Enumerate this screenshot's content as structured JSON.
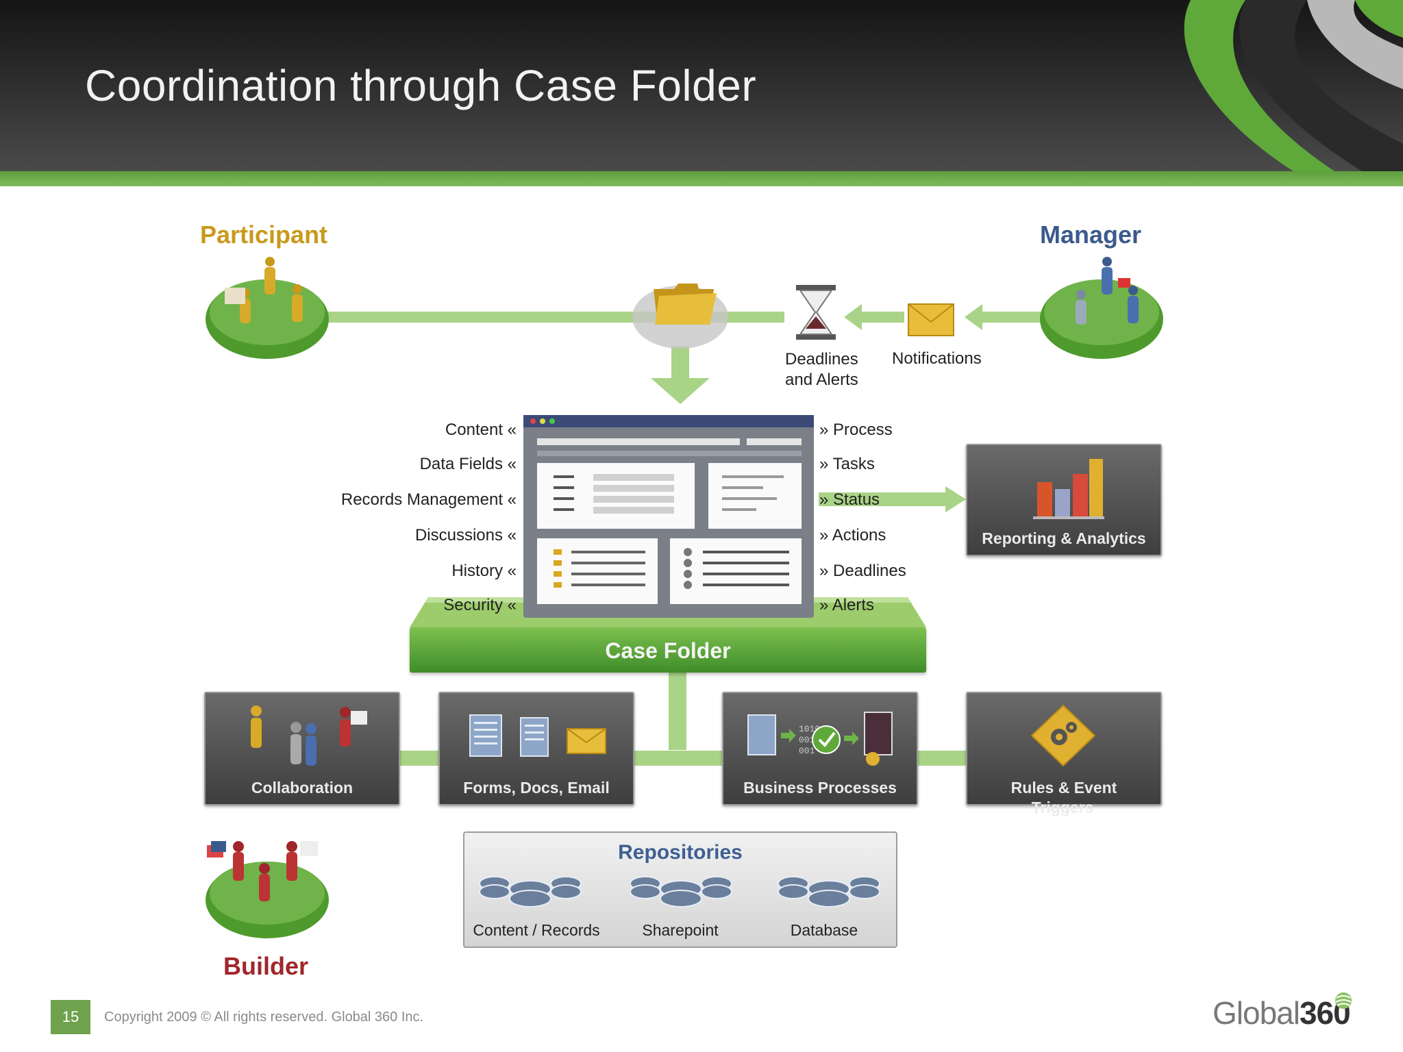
{
  "header": {
    "title": "Coordination through Case Folder"
  },
  "roles": {
    "participant": "Participant",
    "manager": "Manager",
    "builder": "Builder"
  },
  "top_flow": {
    "deadlines": "Deadlines\nand Alerts",
    "notifications": "Notifications"
  },
  "left_items": [
    "Content «",
    "Data Fields «",
    "Records Management «",
    "Discussions «",
    "History «",
    "Security «"
  ],
  "right_items": [
    "» Process",
    "» Tasks",
    "» Status",
    "» Actions",
    "» Deadlines",
    "» Alerts"
  ],
  "case_folder": "Case Folder",
  "modules": {
    "reporting": "Reporting & Analytics",
    "collaboration": "Collaboration",
    "forms": "Forms, Docs, Email",
    "business": "Business Processes",
    "rules": "Rules & Event",
    "rules_hidden": "Triggers"
  },
  "repositories": {
    "title": "Repositories",
    "items": [
      "Content / Records",
      "Sharepoint",
      "Database"
    ]
  },
  "footer": {
    "page_number": "15",
    "copyright": "Copyright 2009 ©  All rights reserved. Global 360 Inc.",
    "logo_light": "Global",
    "logo_bold": "360"
  },
  "colors": {
    "green": "#6fb34a",
    "participant": "#c89a1c",
    "manager": "#3b5a8c",
    "builder": "#a0262b",
    "repositories": "#3e5f93"
  }
}
